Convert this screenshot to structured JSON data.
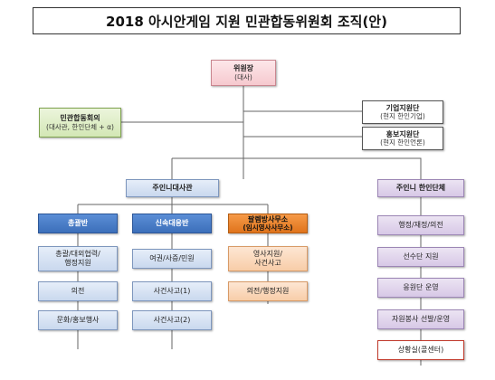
{
  "title": "2018 아시안게임 지원 민관합동위원회 조직(안)",
  "nodes": {
    "chair": {
      "label": "위원장",
      "sub": "(대사)"
    },
    "council": {
      "label": "민관합동회의",
      "sub": "(대사관, 한인단체 + α)"
    },
    "business": {
      "label": "기업지원단",
      "sub": "(현지 한인기업)"
    },
    "pr": {
      "label": "홍보지원단",
      "sub": "(현지 한인언론)"
    },
    "embassy": {
      "label": "주인니대사관"
    },
    "korean_assoc": {
      "label": "주인니 한인단체"
    },
    "general": {
      "label": "총괄반"
    },
    "rapid": {
      "label": "신속대응반"
    },
    "palembang": {
      "label": "팔렘방사무소",
      "sub": "(임시영사사무소)"
    },
    "general_items": [
      "총괄/대외협력/\n행정지원",
      "의전",
      "문화/홍보행사"
    ],
    "rapid_items": [
      "여권/사증/민원",
      "사건사고(1)",
      "사건사고(2)"
    ],
    "palembang_items": [
      "영사지원/\n사건사고",
      "의전/행정지원"
    ],
    "assoc_items": [
      "행정/재정/의전",
      "선수단 지원",
      "응원단 운영",
      "자원봉사 선발/운영"
    ],
    "situation_room": "상황실(콜센터)"
  }
}
